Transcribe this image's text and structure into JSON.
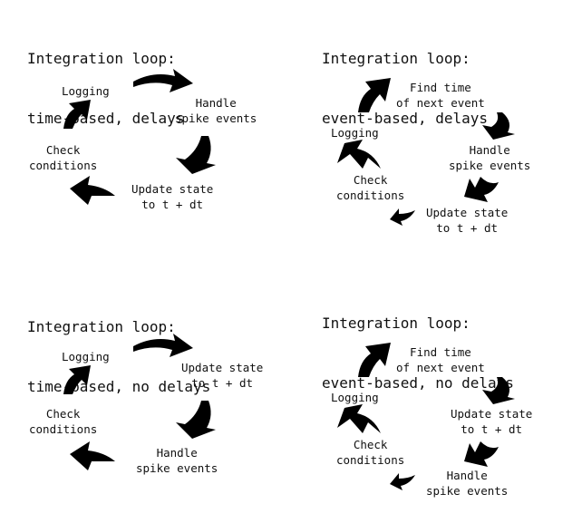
{
  "panels": [
    {
      "title_line1": "Integration loop:",
      "title_line2": "time-based, delays",
      "steps": [
        {
          "line1": "Logging"
        },
        {
          "line1": "Handle",
          "line2": "spike events"
        },
        {
          "line1": "Update state",
          "line2": "to t + dt"
        },
        {
          "line1": "Check",
          "line2": "conditions"
        }
      ]
    },
    {
      "title_line1": "Integration loop:",
      "title_line2": "event-based, delays",
      "steps": [
        {
          "line1": "Find time",
          "line2": "of next event"
        },
        {
          "line1": "Handle",
          "line2": "spike events"
        },
        {
          "line1": "Update state",
          "line2": "to t + dt"
        },
        {
          "line1": "Check",
          "line2": "conditions"
        },
        {
          "line1": "Logging"
        }
      ]
    },
    {
      "title_line1": "Integration loop:",
      "title_line2": "time-based, no delays",
      "steps": [
        {
          "line1": "Logging"
        },
        {
          "line1": "Update state",
          "line2": "to t + dt"
        },
        {
          "line1": "Handle",
          "line2": "spike events"
        },
        {
          "line1": "Check",
          "line2": "conditions"
        }
      ]
    },
    {
      "title_line1": "Integration loop:",
      "title_line2": "event-based, no delays",
      "steps": [
        {
          "line1": "Find time",
          "line2": "of next event"
        },
        {
          "line1": "Update state",
          "line2": "to t + dt"
        },
        {
          "line1": "Handle",
          "line2": "spike events"
        },
        {
          "line1": "Check",
          "line2": "conditions"
        },
        {
          "line1": "Logging"
        }
      ]
    }
  ],
  "colors": {
    "arrow": "#000000",
    "text": "#111111",
    "background": "#ffffff"
  }
}
